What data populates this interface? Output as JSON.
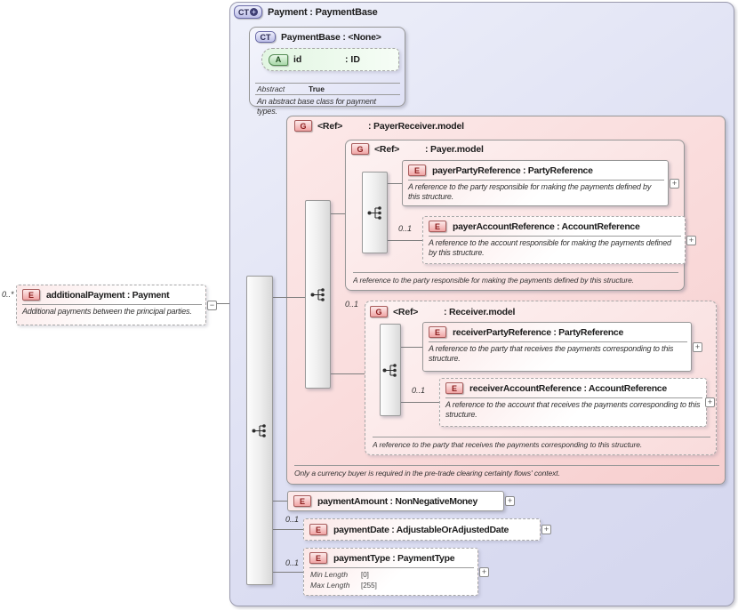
{
  "root": {
    "badge": "CT",
    "derived_glyph": "+",
    "title": "Payment : PaymentBase"
  },
  "additional_payment": {
    "occurs": "0..*",
    "badge": "E",
    "title": "additionalPayment : Payment",
    "annotation": "Additional payments between the principal parties.",
    "collapse_glyph": "−"
  },
  "payment_base": {
    "badge": "CT",
    "title": "PaymentBase : <None>",
    "attribute": {
      "badge": "A",
      "name": "id",
      "type": ": ID"
    },
    "abstract_label": "Abstract",
    "abstract_value": "True",
    "annotation": "An abstract base class for payment types."
  },
  "payer_receiver": {
    "badge": "G",
    "name": "<Ref>",
    "type": ": PayerReceiver.model",
    "annotation": "Only a currency buyer is required in the pre-trade clearing certainty flows' context.",
    "payer": {
      "badge": "G",
      "name": "<Ref>",
      "type": ": Payer.model",
      "annotation": "A reference to the party responsible for making the payments defined by this structure.",
      "party_reference": {
        "badge": "E",
        "title": "payerPartyReference : PartyReference",
        "annotation": "A reference to the party responsible for making the payments defined by this structure.",
        "expand_glyph": "+"
      },
      "account_reference": {
        "occurs": "0..1",
        "badge": "E",
        "title": "payerAccountReference : AccountReference",
        "annotation": "A reference to the account responsible for making the payments defined by this structure.",
        "expand_glyph": "+"
      }
    },
    "receiver": {
      "occurs": "0..1",
      "badge": "G",
      "name": "<Ref>",
      "type": ": Receiver.model",
      "annotation": "A reference to the party that receives the payments corresponding to this structure.",
      "party_reference": {
        "badge": "E",
        "title": "receiverPartyReference : PartyReference",
        "annotation": "A reference to the party that receives the payments corresponding to this structure.",
        "expand_glyph": "+"
      },
      "account_reference": {
        "occurs": "0..1",
        "badge": "E",
        "title": "receiverAccountReference : AccountReference",
        "annotation": "A reference to the account that receives the payments corresponding to this structure.",
        "expand_glyph": "+"
      }
    }
  },
  "payment_amount": {
    "badge": "E",
    "title": "paymentAmount : NonNegativeMoney",
    "expand_glyph": "+"
  },
  "payment_date": {
    "occurs": "0..1",
    "badge": "E",
    "title": "paymentDate : AdjustableOrAdjustedDate",
    "expand_glyph": "+"
  },
  "payment_type": {
    "occurs": "0..1",
    "badge": "E",
    "title": "paymentType : PaymentType",
    "facets": [
      {
        "label": "Min Length",
        "value": "[0]"
      },
      {
        "label": "Max Length",
        "value": "[255]"
      }
    ],
    "expand_glyph": "+"
  },
  "colors": {
    "complex_type_fill": "#dcdef2",
    "complex_type_badge_border": "#6b6ba8",
    "group_fill": "#f7cfcf",
    "element_badge_fill": "#f0a4a4",
    "element_badge_text": "#8b1d1d",
    "attribute_fill": "#e2f6e2",
    "attribute_badge_border": "#558b55",
    "connector": "#7d7d7d"
  }
}
